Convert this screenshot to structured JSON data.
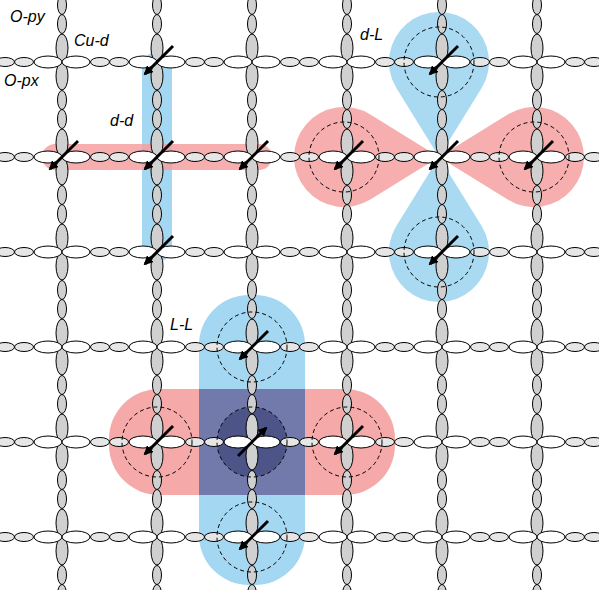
{
  "diagram": {
    "labels": [
      "O-py",
      "Cu-d",
      "O-px",
      "d-d",
      "d-L",
      "L-L"
    ]
  }
}
